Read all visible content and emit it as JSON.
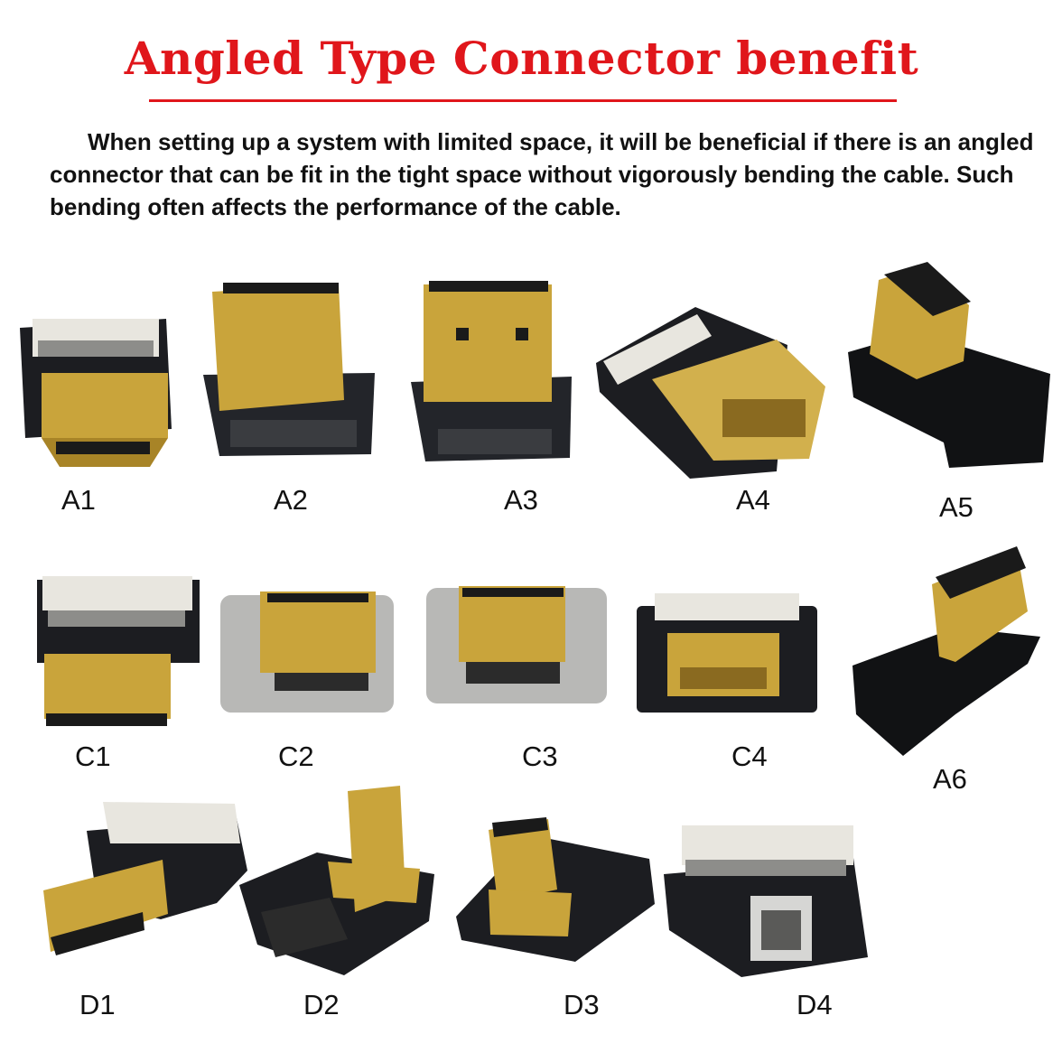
{
  "title": "Angled Type Connector benefit",
  "description": "When setting up a system with limited space, it will be beneficial if there is an angled connector that can be fit in the tight space without vigorously bending the cable. Such bending often affects the performance of the cable.",
  "colors": {
    "title": "#e0161b",
    "gold": "#c9a43b",
    "pcb": "#1c1d21",
    "silver": "#b8b8b6"
  },
  "labels": {
    "a1": "A1",
    "a2": "A2",
    "a3": "A3",
    "a4": "A4",
    "a5": "A5",
    "a6": "A6",
    "c1": "C1",
    "c2": "C2",
    "c3": "C3",
    "c4": "C4",
    "d1": "D1",
    "d2": "D2",
    "d3": "D3",
    "d4": "D4"
  }
}
